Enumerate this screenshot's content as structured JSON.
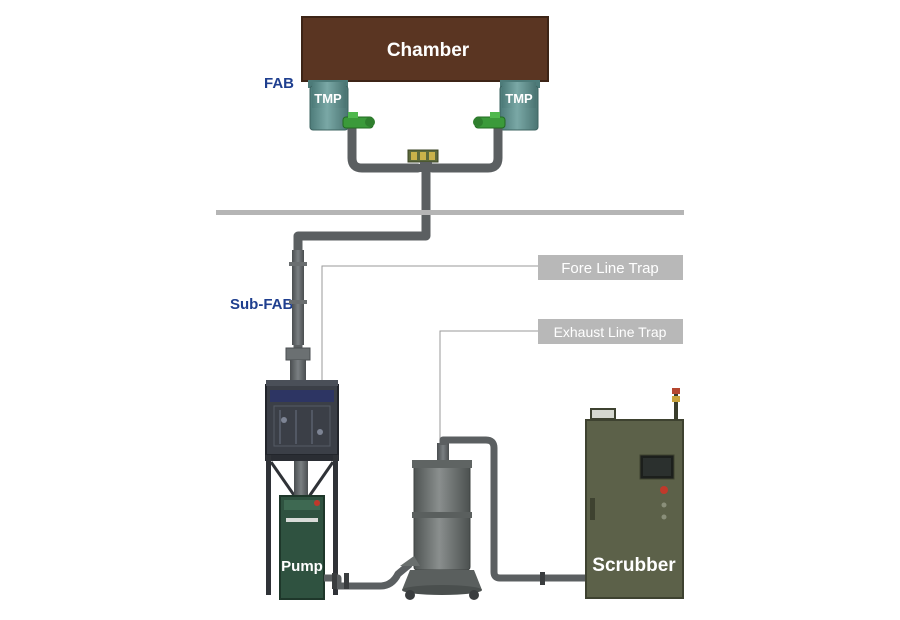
{
  "labels": {
    "chamber": "Chamber",
    "fab": "FAB",
    "tmp_left": "TMP",
    "tmp_right": "TMP",
    "sub_fab": "Sub-FAB",
    "fore_line_trap": "Fore Line Trap",
    "exhaust_line_trap": "Exhaust Line Trap",
    "pump": "Pump",
    "scrubber": "Scrubber"
  },
  "colors": {
    "chamber": "#5a3522",
    "tmp": "#5f8e8c",
    "pipe": "#5b5f61",
    "valve": "#3b9a3a",
    "floor_line": "#b5b5b5",
    "tag_bg": "#b8b8b8",
    "zone_label": "#1f3f8f",
    "pump": "#2f5240",
    "scrubber": "#5c6149",
    "trap": "#6f7473",
    "fore_trap_unit": "#3b3f47"
  }
}
